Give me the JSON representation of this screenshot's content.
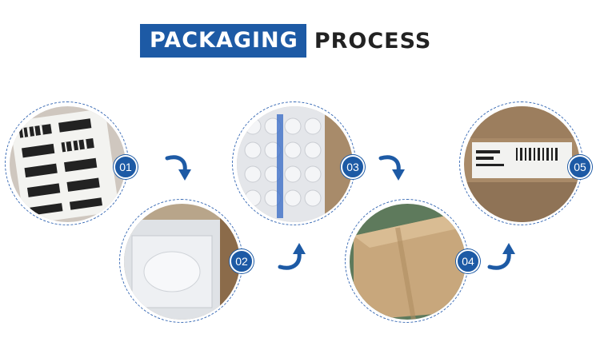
{
  "header": {
    "highlight": "PACKAGING",
    "rest": "PROCESS"
  },
  "steps": [
    {
      "number": "01"
    },
    {
      "number": "02"
    },
    {
      "number": "03"
    },
    {
      "number": "04"
    },
    {
      "number": "05"
    }
  ],
  "colors": {
    "accent": "#1d5aa5",
    "ring": "#3a6bb5",
    "text": "#222222"
  },
  "icons": [
    "curved-arrow-down-icon",
    "curved-arrow-up-icon"
  ]
}
